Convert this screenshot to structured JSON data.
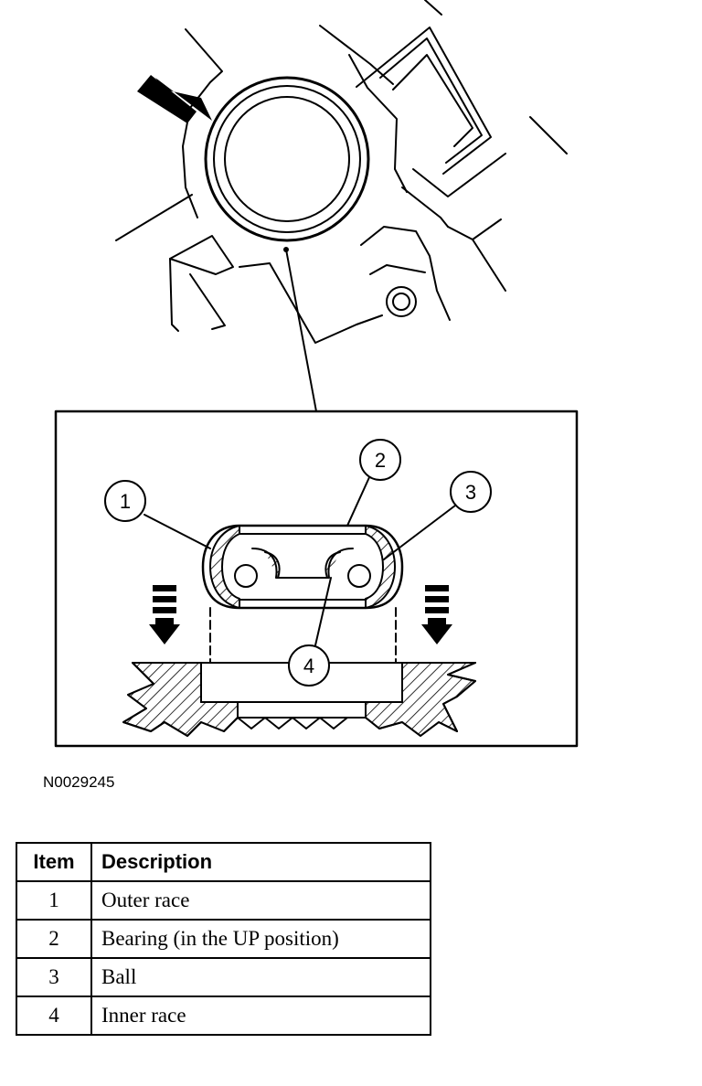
{
  "figure": {
    "code": "N0029245",
    "callouts": [
      "1",
      "2",
      "3",
      "4"
    ]
  },
  "legend": {
    "headers": [
      "Item",
      "Description"
    ],
    "rows": [
      {
        "item": "1",
        "description": "Outer race"
      },
      {
        "item": "2",
        "description": "Bearing (in the UP position)"
      },
      {
        "item": "3",
        "description": "Ball"
      },
      {
        "item": "4",
        "description": "Inner race"
      }
    ]
  }
}
